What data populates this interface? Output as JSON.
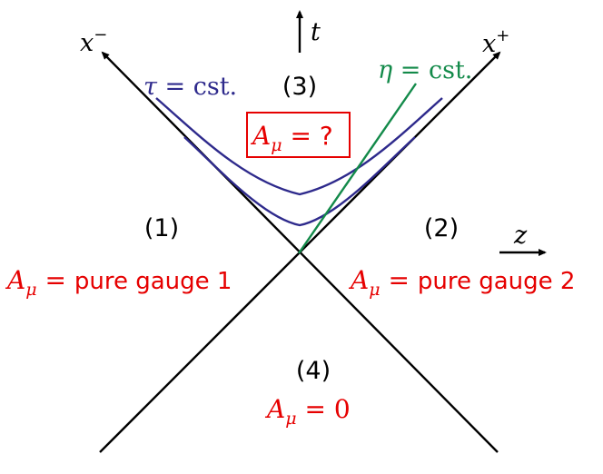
{
  "colors": {
    "axis": "#000000",
    "hyperbola": "#2e2a8c",
    "eta_line": "#138a4a",
    "field_text": "#e60000",
    "box_border": "#e60000"
  },
  "axes": {
    "x_minus": {
      "base": "x",
      "sup": "−"
    },
    "x_plus": {
      "base": "x",
      "sup": "+"
    },
    "t": "t",
    "z": "z"
  },
  "labels": {
    "tau_sym": "τ",
    "tau_rest": " = cst.",
    "eta_sym": "η",
    "eta_rest": " = cst."
  },
  "regions": [
    {
      "id": "1",
      "label": "(1)",
      "field": "A",
      "sub": "μ",
      "eq": " = ",
      "value": "pure gauge 1"
    },
    {
      "id": "2",
      "label": "(2)",
      "field": "A",
      "sub": "μ",
      "eq": " = ",
      "value": "pure gauge 2"
    },
    {
      "id": "3",
      "label": "(3)",
      "field": "A",
      "sub": "μ",
      "eq": " = ",
      "value": "?"
    },
    {
      "id": "4",
      "label": "(4)",
      "field": "A",
      "sub": "μ",
      "eq": " = ",
      "value": "0"
    }
  ]
}
